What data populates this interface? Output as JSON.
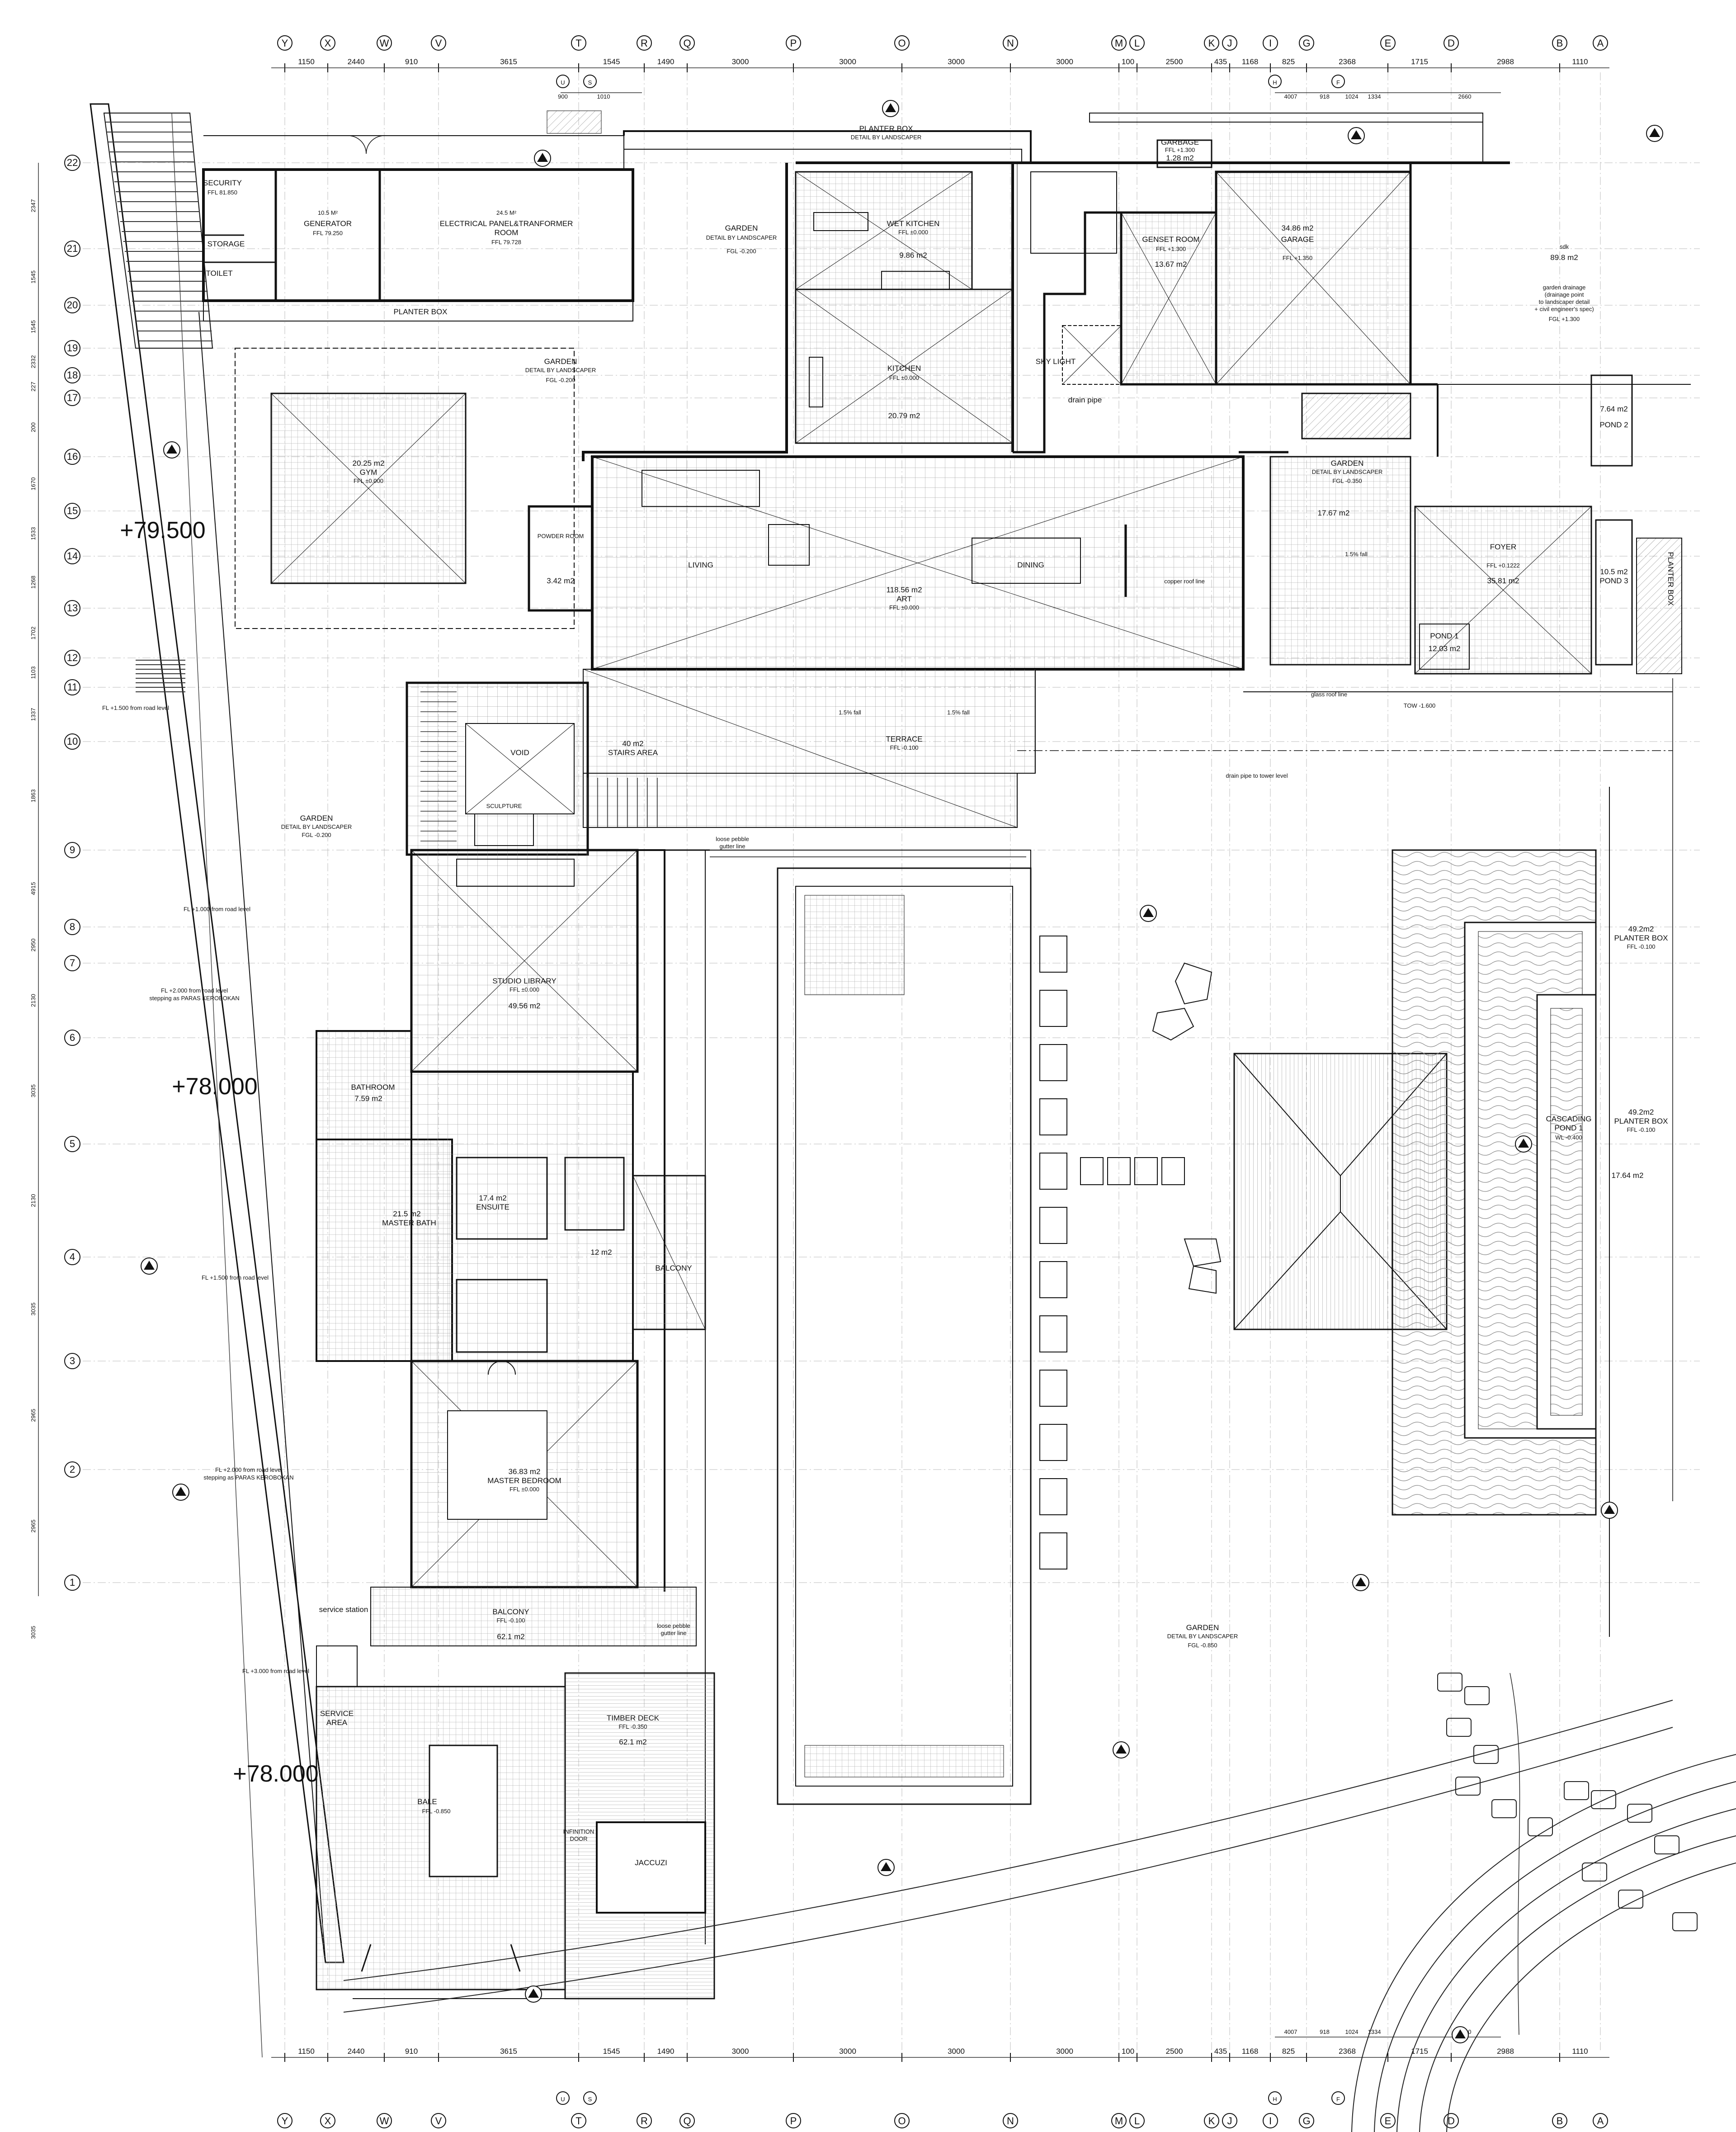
{
  "grid": {
    "columns": [
      "Y",
      "X",
      "W",
      "V",
      "T",
      "R",
      "Q",
      "P",
      "O",
      "N",
      "M",
      "L",
      "K",
      "J",
      "I",
      "G",
      "E",
      "D",
      "B",
      "A"
    ],
    "columns_sub": [
      "U",
      "S",
      "H",
      "F"
    ],
    "rows": [
      "22",
      "21",
      "20",
      "19",
      "18",
      "17",
      "16",
      "15",
      "14",
      "13",
      "12",
      "11",
      "10",
      "9",
      "8",
      "7",
      "6",
      "5",
      "4",
      "3",
      "2",
      "1"
    ],
    "top_dims": [
      "1150",
      "2440",
      "910",
      "3615",
      "1545",
      "1490",
      "3000",
      "3000",
      "3000",
      "3000",
      "100",
      "2500",
      "435",
      "1168",
      "825",
      "2368",
      "1715",
      "2988",
      "1110"
    ],
    "top_dims_sub": [
      "900",
      "1010",
      "4007",
      "918",
      "1024",
      "1334",
      "2660"
    ],
    "left_dims": [
      "2347",
      "1545",
      "1545",
      "2332",
      "227",
      "200",
      "1670",
      "1533",
      "1268",
      "1702",
      "1103",
      "1337",
      "1863",
      "4915",
      "2950",
      "2130",
      "3035",
      "2130",
      "3035",
      "2965",
      "2965",
      "3035"
    ]
  },
  "levels": {
    "north": "+79.500",
    "mid": "+78.000",
    "south": "+78.000"
  },
  "rooms": {
    "security": {
      "name": "SECURITY",
      "level": "FFL 81.850"
    },
    "storage": {
      "name": "STORAGE"
    },
    "toilet": {
      "name": "TOILET"
    },
    "generator": {
      "name": "GENERATOR",
      "area": "10.5 M²",
      "level": "FFL 79.250"
    },
    "electrical": {
      "name1": "ELECTRICAL PANEL&TRANFORMER",
      "name2": "ROOM",
      "area": "24.5 M²",
      "level": "FFL 79.728"
    },
    "planter_box_top": {
      "name": "PLANTER BOX",
      "note": "DETAIL BY LANDSCAPER"
    },
    "planter_box_left": {
      "name": "PLANTER BOX"
    },
    "garden_n": {
      "name": "GARDEN",
      "note": "DETAIL BY LANDSCAPER",
      "level": "FGL -0.200"
    },
    "garden_gym": {
      "name": "GARDEN",
      "note": "DETAIL BY LANDSCAPER",
      "level": "FGL -0.200"
    },
    "gym": {
      "area": "20.25 m2",
      "name": "GYM",
      "level": "FFL ±0.000"
    },
    "wet_kitchen": {
      "name": "WET KITCHEN",
      "area": "9.86 m2",
      "level": "FFL ±0.000"
    },
    "kitchen": {
      "name": "KITCHEN",
      "area": "20.79 m2",
      "level": "FFL ±0.000"
    },
    "garbage": {
      "name": "GARBAGE",
      "area": "1.28 m2",
      "level": "FFL +1.300"
    },
    "genset": {
      "name": "GENSET ROOM",
      "area": "13.67 m2",
      "level": "FFL +1.300"
    },
    "garage": {
      "area": "34.86 m2",
      "name": "GARAGE",
      "level": "FFL +1.350"
    },
    "sky_light": {
      "name": "SKY LIGHT"
    },
    "drain_pipe": {
      "name": "drain pipe"
    },
    "parking": {
      "name": "sdk",
      "area": "89.8 m2",
      "note1": "garden drainage",
      "note2": "(drainage point",
      "note3": "to landscaper detail",
      "note4": "+ civil engineer's spec)",
      "level": "FGL +1.300"
    },
    "powder": {
      "name": "POWDER ROOM",
      "area": "3.42 m2"
    },
    "living": {
      "name": "LIVING"
    },
    "dining": {
      "name": "DINING"
    },
    "art": {
      "area": "118.56 m2",
      "name": "ART",
      "level": "FFL ±0.000"
    },
    "garden_e": {
      "name": "GARDEN",
      "note": "DETAIL BY LANDSCAPER",
      "level": "FGL -0.350"
    },
    "garden_e_area": {
      "area": "17.67 m2"
    },
    "foyer": {
      "name": "FOYER",
      "area": "35.81 m2",
      "level": "FFL +0.1222"
    },
    "pond1": {
      "name": "POND 1",
      "area": "12.03 m2"
    },
    "pond2": {
      "area": "7.64 m2",
      "name": "POND 2"
    },
    "pond3": {
      "name": "POND 3",
      "area": "10.5 m2"
    },
    "planter_box_e": {
      "name": "PLANTER BOX"
    },
    "stairs": {
      "area": "40 m2",
      "name": "STAIRS AREA"
    },
    "terrace": {
      "name": "TERRACE",
      "level": "FFL -0.100"
    },
    "void": {
      "name": "VOID"
    },
    "sculpture": {
      "name": "SCULPTURE"
    },
    "garden_w": {
      "name": "GARDEN",
      "note": "DETAIL BY LANDSCAPER",
      "level": "FGL -0.200"
    },
    "studio": {
      "name": "STUDIO LIBRARY",
      "level": "FFL ±0.000",
      "area": "49.56 m2"
    },
    "bathroom": {
      "name": "BATHROOM",
      "area": "7.59 m2"
    },
    "ensuite": {
      "area": "17.4 m2",
      "name": "ENSUITE"
    },
    "master_bath": {
      "area": "21.5 m2",
      "name": "MASTER BATH"
    },
    "balcony_mid": {
      "area": "12 m2",
      "name": "BALCONY"
    },
    "master_bed": {
      "area": "36.83 m2",
      "name": "MASTER BEDROOM",
      "level": "FFL ±0.000"
    },
    "balcony_s": {
      "name": "BALCONY",
      "level": "FFL -0.100",
      "area": "62.1 m2"
    },
    "service_station": {
      "name": "service station"
    },
    "service_area": {
      "name1": "SERVICE",
      "name2": "AREA"
    },
    "bale": {
      "name": "BALE",
      "level": "FFL -0.850"
    },
    "timber": {
      "name": "TIMBER DECK",
      "level": "FFL -0.350",
      "area": "62.1 m2"
    },
    "jaccuzi": {
      "name": "JACCUZI"
    },
    "infinity": {
      "name1": "INFINITION",
      "name2": "DOOR"
    },
    "garden_s": {
      "name": "GARDEN",
      "note": "DETAIL BY LANDSCAPER",
      "level": "FGL -0.850"
    },
    "cascading": {
      "name1": "CASCADING",
      "name2": "POND 1",
      "level": "WL -0.400"
    },
    "planter_cascade": {
      "area": "49.2m2",
      "name": "PLANTER BOX",
      "level": "FFL -0.100"
    },
    "planter_cascade2": {
      "area": "49.2m2",
      "name": "PLANTER BOX",
      "level": "FFL -0.100",
      "sub": "17.64 m2"
    }
  },
  "notes": {
    "road_1": "FL +1.000 from road level",
    "road_2": "FL +2.000 from road level",
    "road_3": "FL +3.000 from road level",
    "road_4": "FL +2.000 from road level",
    "road_5": "FL +1.500 from road level",
    "stepping": "stepping as PARAS KEROBOKAN",
    "loose_pebble": "loose pebble",
    "gutter": "gutter line",
    "drain_tower": "drain pipe to tower level",
    "tow": "TOW -1.600",
    "glass_roof": "glass roof line",
    "copper_roof": "copper roof line",
    "slope": "1.5% fall"
  }
}
